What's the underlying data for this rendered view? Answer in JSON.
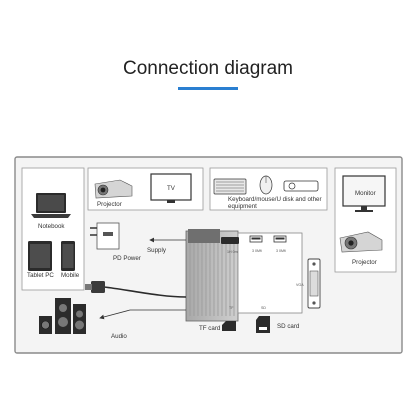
{
  "title": "Connection diagram",
  "colors": {
    "accent": "#2a7fd1",
    "frame": "#8a8a8a",
    "hub": "#b9b9b9",
    "panel": "#f2f2f2"
  },
  "labels": {
    "notebook": "Notebook",
    "tablet_pc": "Tablet PC",
    "mobile": "Mobile",
    "projector": "Projector",
    "tv": "TV",
    "peripherals_line1": "Keyboard/mouse/U disk and other",
    "peripherals_line2": "equipment",
    "monitor": "Monitor",
    "projector_right": "Projector",
    "pd_power": "PD Power",
    "supply": "Supply",
    "audio": "Audio",
    "tf_card": "TF card",
    "sd_card": "SD card",
    "port_hdmi": "1H 0m",
    "port_usb1": "3 0Mfi",
    "port_usb2": "3 0Mfi",
    "port_vga": "VGA",
    "port_tf": "TF",
    "port_sd": "SD"
  }
}
